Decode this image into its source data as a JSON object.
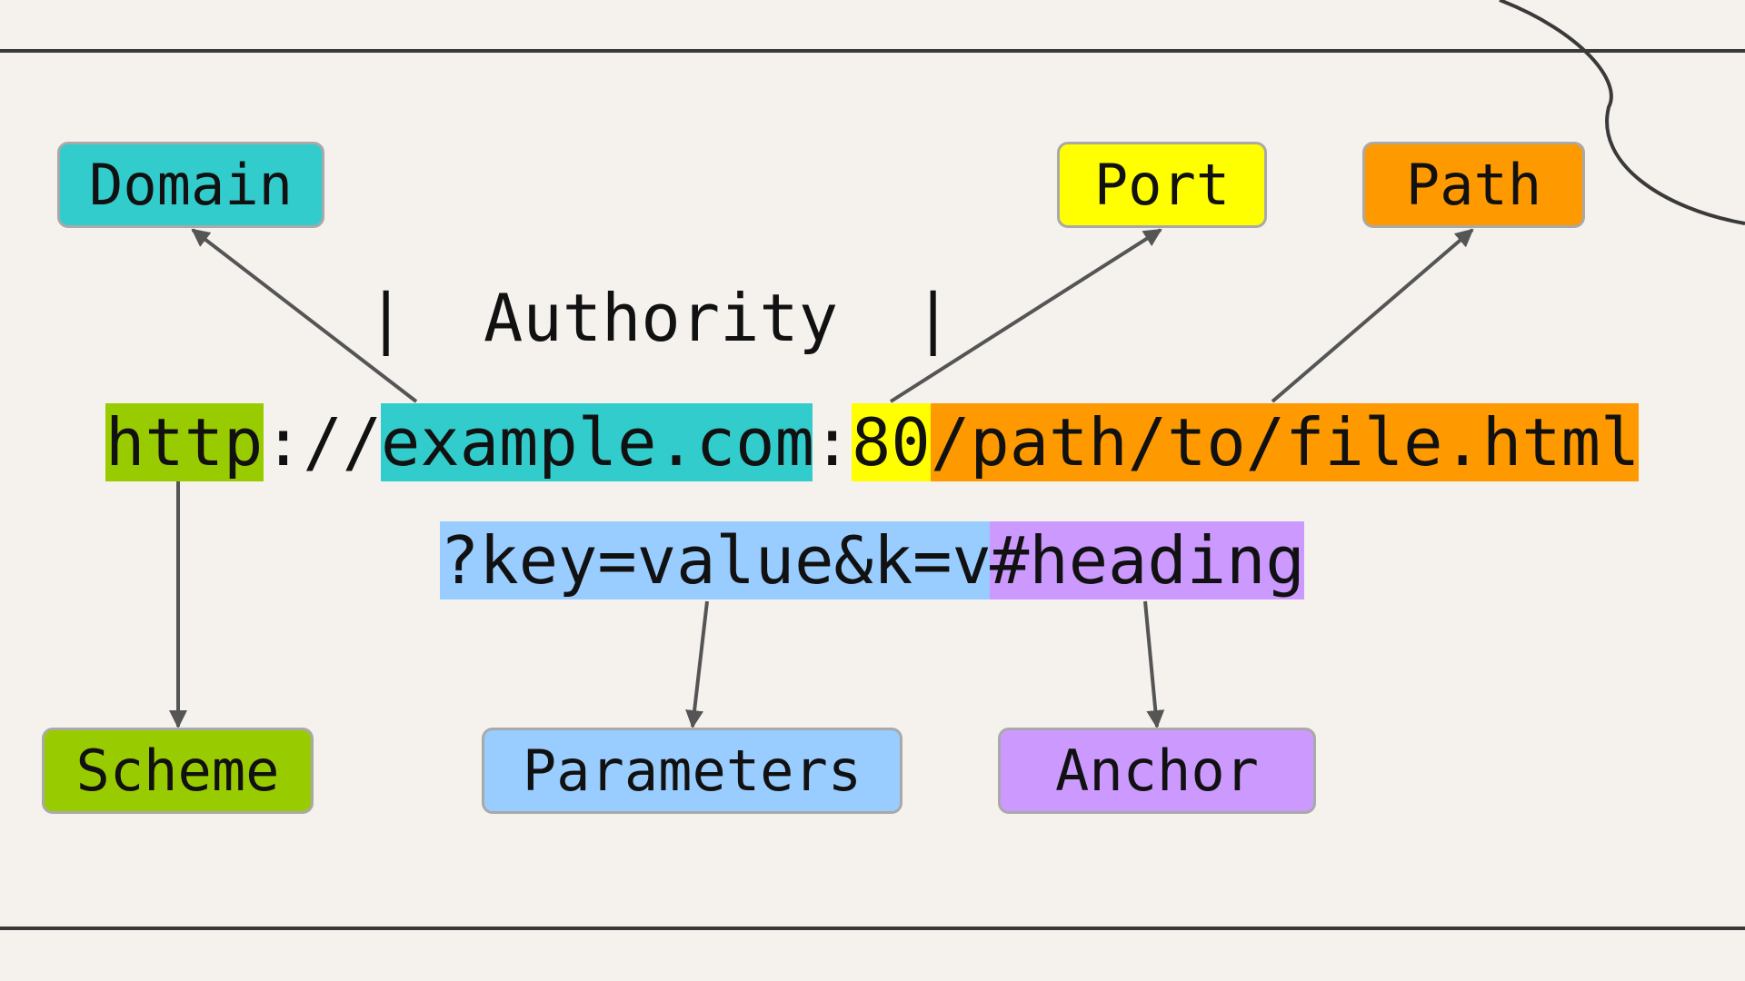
{
  "colors": {
    "background": "#f5f2ee",
    "line": "#3a3a3a",
    "arrow": "#555555",
    "box_border": "#a9a9a9",
    "domain": "#33cccc",
    "port": "#ffff00",
    "path": "#ff9900",
    "scheme": "#99cc00",
    "parameters": "#99ccff",
    "anchor": "#cc99ff"
  },
  "labels": {
    "domain": "Domain",
    "port": "Port",
    "path": "Path",
    "scheme": "Scheme",
    "parameters": "Parameters",
    "anchor": "Anchor",
    "authority": "Authority",
    "bar": "|"
  },
  "url": {
    "scheme": "http",
    "separator": "://",
    "domain": "example.com",
    "colon": ":",
    "port": "80",
    "path": "/path/to/file.html",
    "query": "?key=value&k=v",
    "fragment": "#heading"
  }
}
